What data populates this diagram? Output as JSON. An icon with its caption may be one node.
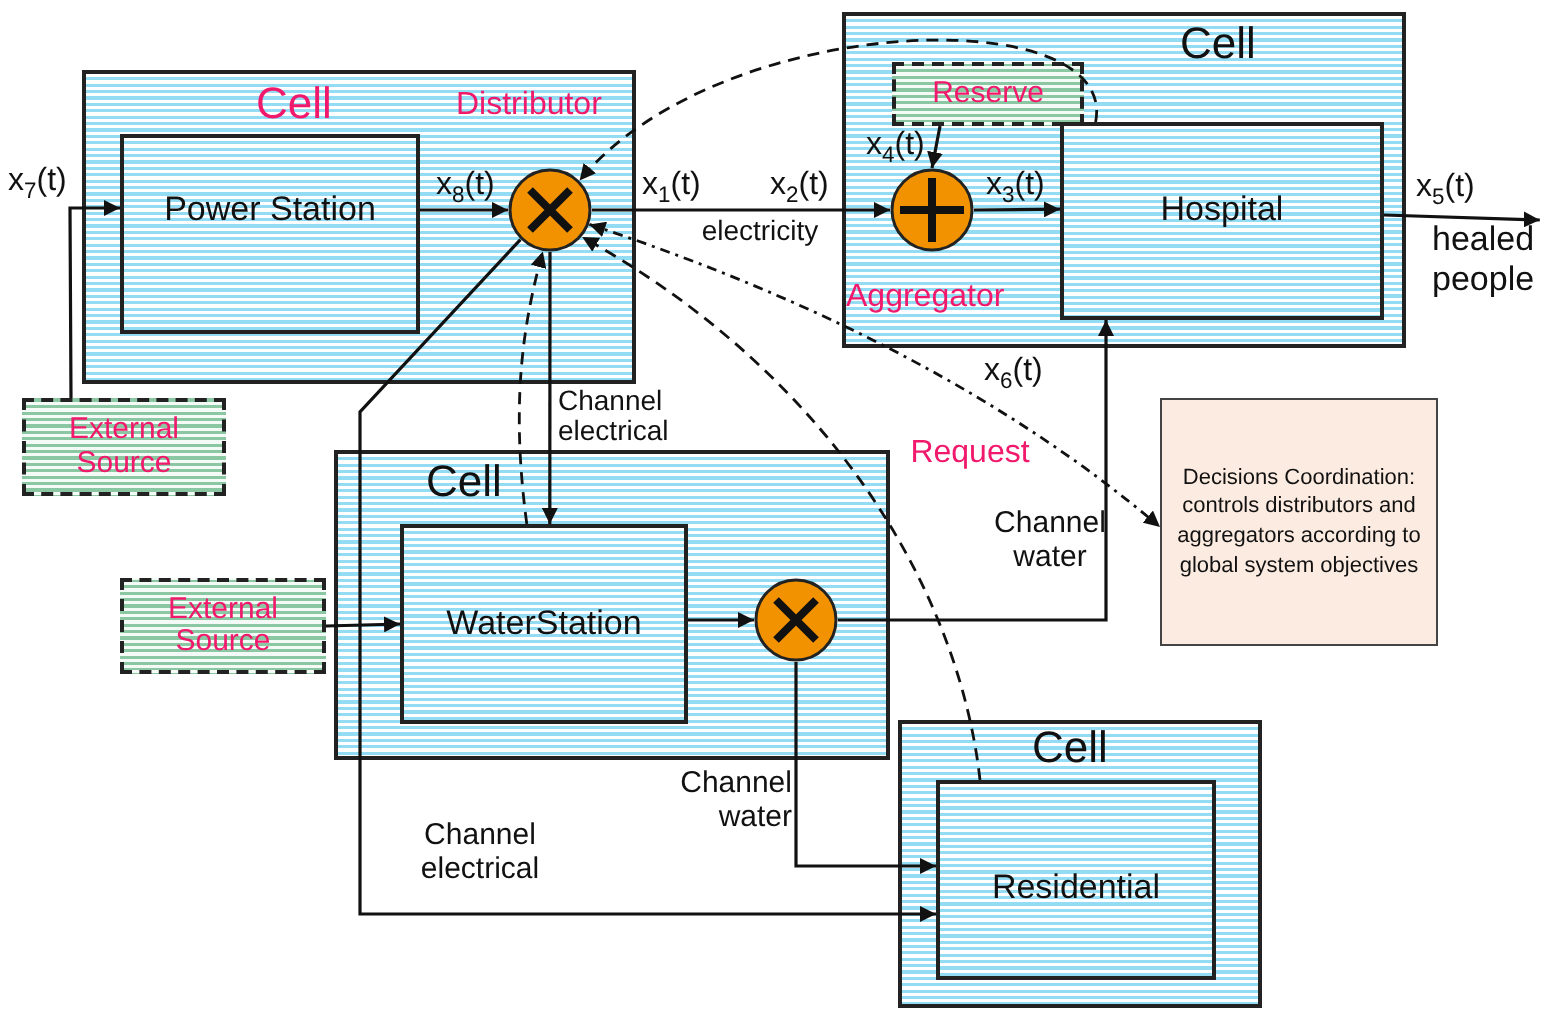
{
  "diagram": {
    "nodes": [
      {
        "text": [
          "Cell"
        ]
      },
      {
        "text": [
          "Power Station"
        ],
        "in": 0
      },
      {
        "text": [],
        "shape": "circle",
        "in": 0,
        "beside": [
          "Distributor"
        ]
      },
      {
        "text": [
          "Cell"
        ]
      },
      {
        "text": [
          "Reserve"
        ],
        "in": 3
      },
      {
        "text": [],
        "shape": "circle",
        "in": 3,
        "beside": [
          "Aggregator"
        ]
      },
      {
        "text": [
          "Hospital"
        ],
        "in": 3
      },
      {
        "text": [
          "External Source"
        ]
      },
      {
        "text": [
          "Cell"
        ]
      },
      {
        "text": [
          "WaterStation"
        ],
        "in": 8
      },
      {
        "text": [],
        "shape": "circle",
        "in": 8
      },
      {
        "text": [
          "External Source"
        ]
      },
      {
        "text": [
          "Cell"
        ]
      },
      {
        "text": [
          "Residential"
        ],
        "in": 12
      },
      {
        "text": [
          "Decisions Coordination: controls distributors and aggregators according to global system objectives"
        ]
      },
      {
        "text": [
          "healed people"
        ]
      }
    ],
    "edges": [
      {
        "from": 7,
        "to": 1,
        "arrow": "to"
      },
      {
        "from": 1,
        "to": 2,
        "arrow": "to"
      },
      {
        "from": 2,
        "to": 5,
        "arrow": "to",
        "label": "electricity"
      },
      {
        "from": 4,
        "to": 5,
        "arrow": "to"
      },
      {
        "from": 5,
        "to": 6,
        "arrow": "to"
      },
      {
        "from": 6,
        "to": 15,
        "arrow": "to"
      },
      {
        "from": 11,
        "to": 9,
        "arrow": "to"
      },
      {
        "from": 9,
        "to": 10,
        "arrow": "to"
      },
      {
        "from": 10,
        "to": 6,
        "arrow": "to",
        "label": "Channel water"
      },
      {
        "from": 10,
        "to": 13,
        "arrow": "to",
        "label": "Channel water"
      },
      {
        "from": 2,
        "to": 9,
        "arrow": "to",
        "label": "Channel electrical"
      },
      {
        "from": 2,
        "to": 13,
        "arrow": "to",
        "label": "Channel electrical"
      },
      {
        "from": 6,
        "to": 2,
        "arrow": "to",
        "style": "dashed"
      },
      {
        "from": 9,
        "to": 2,
        "arrow": "to",
        "style": "dashed"
      },
      {
        "from": 13,
        "to": 2,
        "arrow": "to",
        "style": "dashed"
      },
      {
        "from": 2,
        "to": 14,
        "arrow": "both",
        "style": "dashed",
        "label": "Request"
      }
    ],
    "labels": [
      "x$_{7}$(t)",
      "x$_{8}$(t)",
      "x$_{1}$(t)",
      "x$_{2}$(t)",
      "x$_{4}$(t)",
      "x$_{3}$(t)",
      "x$_{5}$(t)",
      "x$_{6}$(t)"
    ]
  }
}
